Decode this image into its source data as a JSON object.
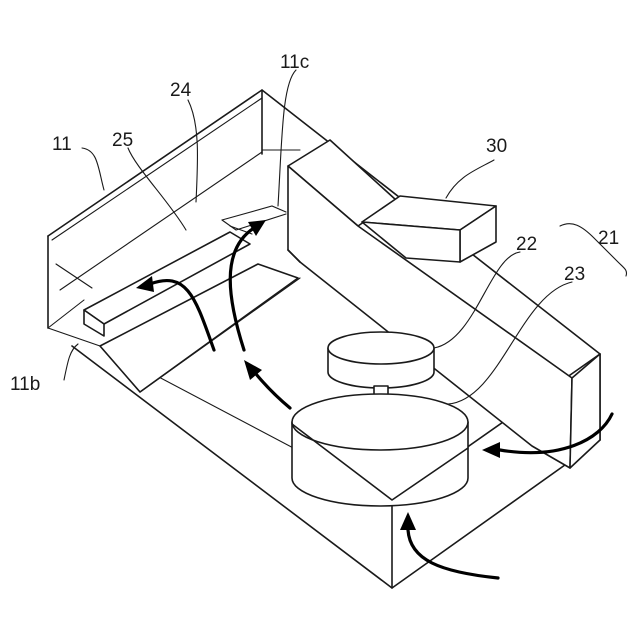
{
  "labels": {
    "l11": "11",
    "l25": "25",
    "l24": "24",
    "l11c": "11c",
    "l30": "30",
    "l21": "21",
    "l22": "22",
    "l23": "23",
    "l11b": "11b"
  }
}
